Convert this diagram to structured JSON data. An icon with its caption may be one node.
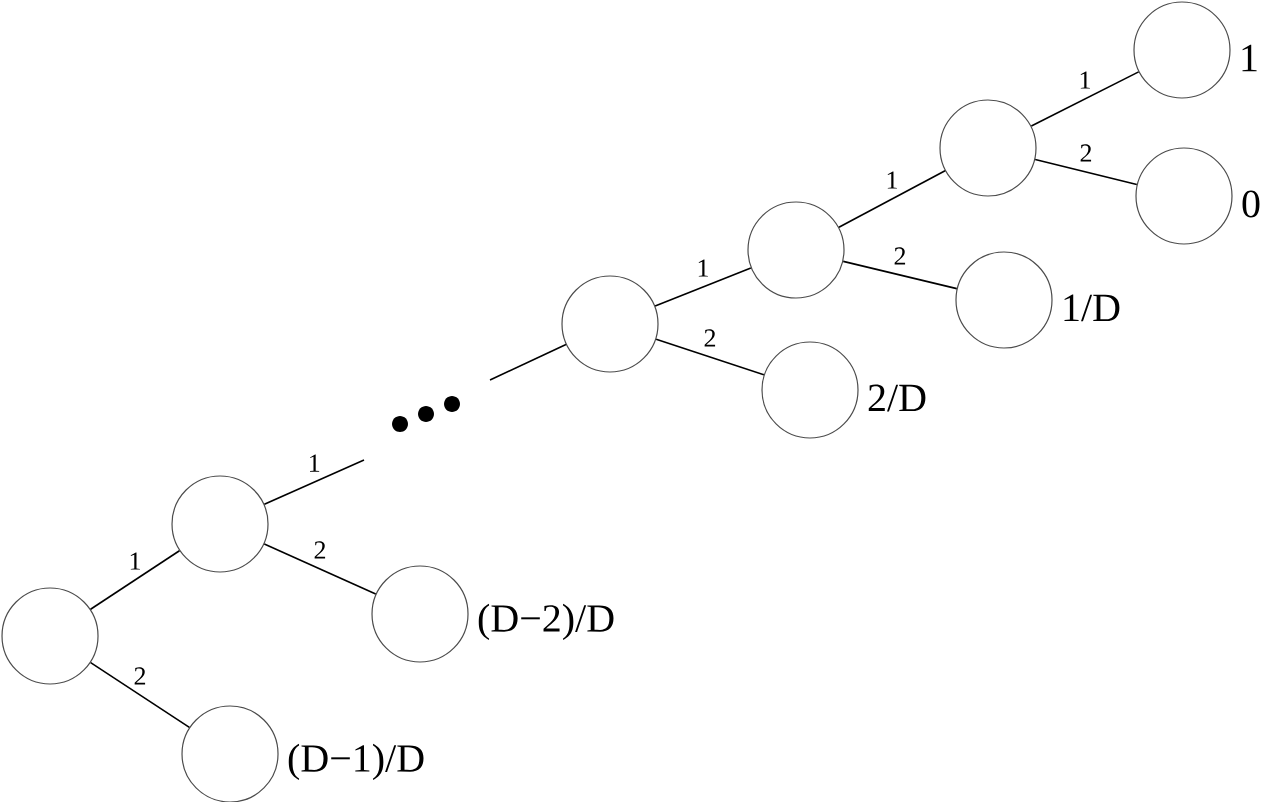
{
  "diagram": {
    "nodes": [
      {
        "text": [],
        "shape": "circle"
      },
      {
        "text": [],
        "shape": "circle"
      },
      {
        "text": [],
        "shape": "circle",
        "beside": [
          "(D−2)/D"
        ]
      },
      {
        "text": [],
        "shape": "circle",
        "beside": [
          "(D−1)/D"
        ]
      },
      {
        "text": [],
        "shape": "circle"
      },
      {
        "text": [],
        "shape": "circle",
        "beside": [
          "2/D"
        ]
      },
      {
        "text": [],
        "shape": "circle"
      },
      {
        "text": [],
        "shape": "circle",
        "beside": [
          "1/D"
        ]
      },
      {
        "text": [],
        "shape": "circle"
      },
      {
        "text": [],
        "shape": "circle",
        "beside": [
          "0"
        ]
      },
      {
        "text": [],
        "shape": "circle",
        "beside": [
          "1"
        ]
      }
    ],
    "edges": [
      {
        "from": 0,
        "to": 1,
        "arrow": "none",
        "label": "1"
      },
      {
        "from": 0,
        "to": 3,
        "arrow": "none",
        "label": "2"
      },
      {
        "from": 1,
        "to": null,
        "arrow": "none",
        "label": "1"
      },
      {
        "from": 1,
        "to": 2,
        "arrow": "none",
        "label": "2"
      },
      {
        "from": null,
        "to": 4,
        "arrow": "none"
      },
      {
        "from": 4,
        "to": 6,
        "arrow": "none",
        "label": "1"
      },
      {
        "from": 4,
        "to": 5,
        "arrow": "none",
        "label": "2"
      },
      {
        "from": 6,
        "to": 8,
        "arrow": "none",
        "label": "1"
      },
      {
        "from": 6,
        "to": 7,
        "arrow": "none",
        "label": "2"
      },
      {
        "from": 8,
        "to": 10,
        "arrow": "none",
        "label": "1"
      },
      {
        "from": 8,
        "to": 9,
        "arrow": "none",
        "label": "2"
      }
    ]
  }
}
